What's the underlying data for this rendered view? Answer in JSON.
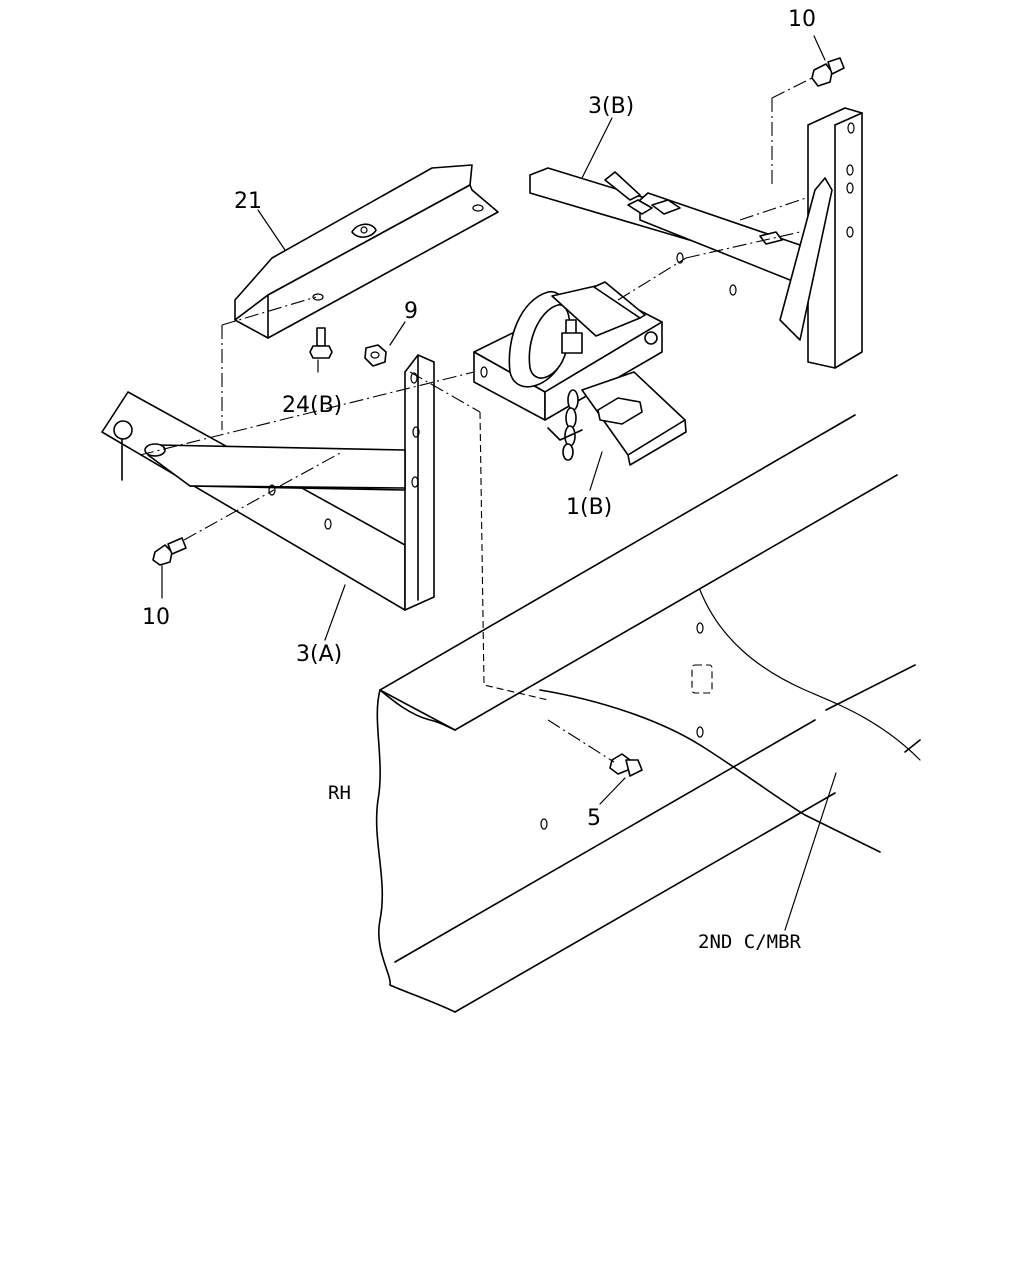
{
  "labels": {
    "p10_top": "10",
    "p3b": "3(B)",
    "p21": "21",
    "p9": "9",
    "p24b": "24(B)",
    "p1b": "1(B)",
    "p10_left": "10",
    "p3a": "3(A)",
    "p5": "5",
    "rh": "RH",
    "member": "2ND C/MBR"
  }
}
